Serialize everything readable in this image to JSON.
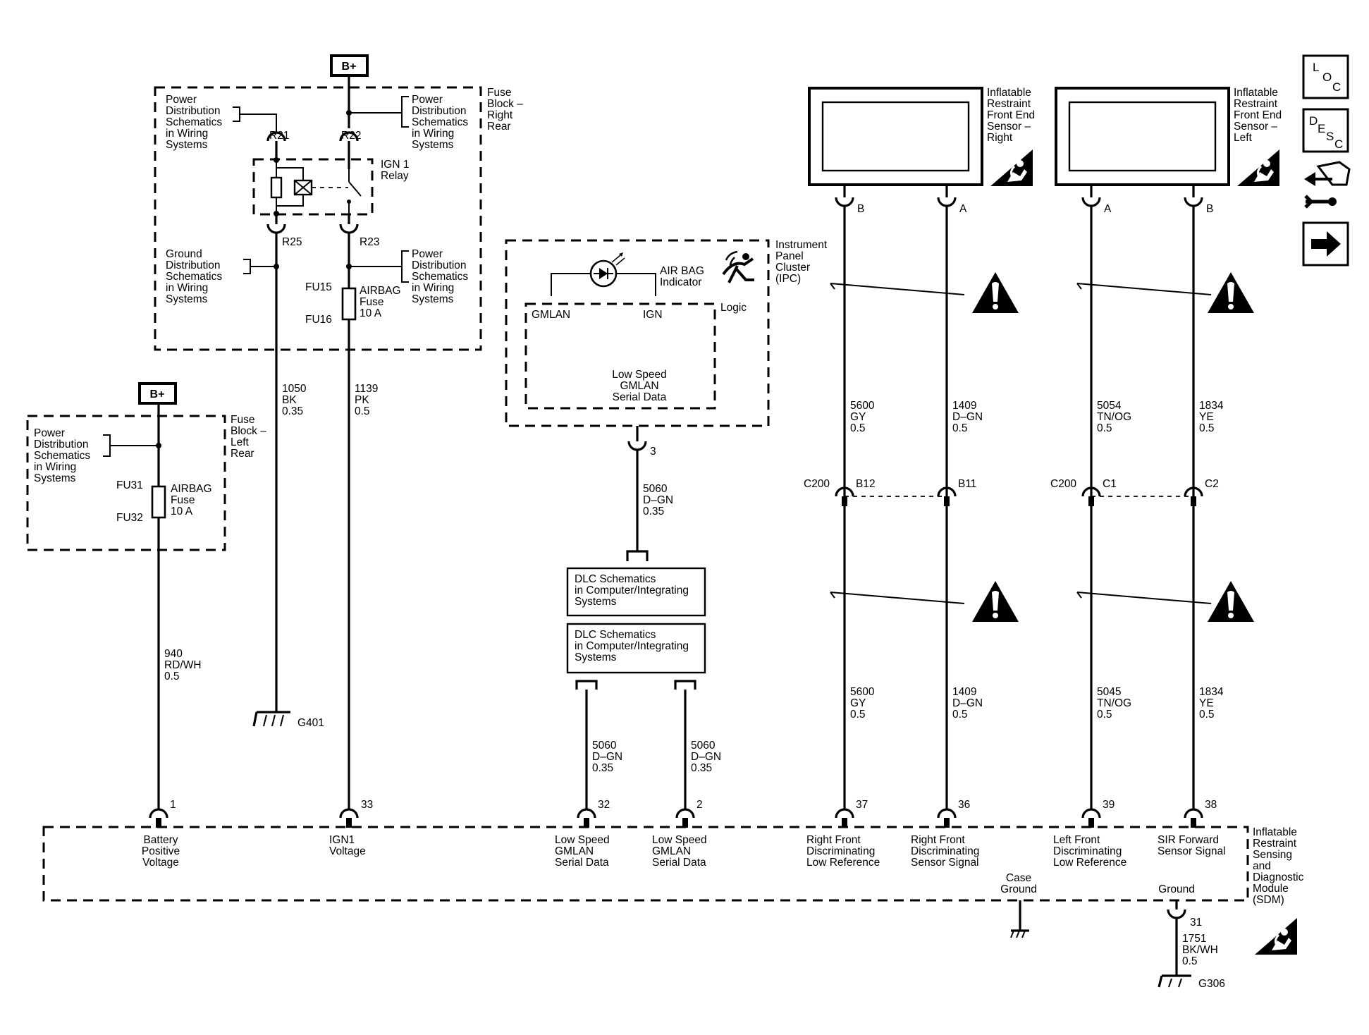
{
  "fuse_block_right": {
    "title": [
      "Fuse",
      "Block –",
      "Right",
      "Rear"
    ],
    "battery_label": "B+",
    "power_dist_1": [
      "Power",
      "Distribution",
      "Schematics",
      "in Wiring",
      "Systems"
    ],
    "power_dist_2": [
      "Power",
      "Distribution",
      "Schematics",
      "in Wiring",
      "Systems"
    ],
    "power_dist_3": [
      "Power",
      "Distribution",
      "Schematics",
      "in Wiring",
      "Systems"
    ],
    "ground_dist": [
      "Ground",
      "Distribution",
      "Schematics",
      "in Wiring",
      "Systems"
    ],
    "relay_label": [
      "IGN 1",
      "Relay"
    ],
    "terminals": {
      "r21": "R21",
      "r22": "R22",
      "r25": "R25",
      "r23": "R23"
    },
    "fuse_top": "FU15",
    "fuse_bottom": "FU16",
    "fuse_label": [
      "AIRBAG",
      "Fuse",
      "10 A"
    ]
  },
  "fuse_block_left": {
    "title": [
      "Fuse",
      "Block –",
      "Left",
      "Rear"
    ],
    "battery_label": "B+",
    "power_dist": [
      "Power",
      "Distribution",
      "Schematics",
      "in Wiring",
      "Systems"
    ],
    "fuse_top": "FU31",
    "fuse_bottom": "FU32",
    "fuse_label": [
      "AIRBAG",
      "Fuse",
      "10 A"
    ]
  },
  "ipc": {
    "title": [
      "Instrument",
      "Panel",
      "Cluster",
      "(IPC)"
    ],
    "indicator_label": [
      "AIR BAG",
      "Indicator"
    ],
    "logic_label": "Logic",
    "gmlan_label": "GMLAN",
    "ign_label": "IGN",
    "serial_data": [
      "Low Speed",
      "GMLAN",
      "Serial Data"
    ],
    "pin": "3"
  },
  "dlc": {
    "box1": [
      "DLC Schematics",
      "in Computer/Integrating",
      "Systems"
    ],
    "box2": [
      "DLC Schematics",
      "in Computer/Integrating",
      "Systems"
    ]
  },
  "sensors": {
    "right_title": [
      "Inflatable",
      "Restraint",
      "Front End",
      "Sensor –",
      "Right"
    ],
    "left_title": [
      "Inflatable",
      "Restraint",
      "Front End",
      "Sensor –",
      "Left"
    ],
    "right_pin_b": "B",
    "right_pin_a": "A",
    "left_pin_a": "A",
    "left_pin_b": "B"
  },
  "connector_c200": {
    "label_right": "C200",
    "label_left": "C200",
    "b12": "B12",
    "b11": "B11",
    "c1": "C1",
    "c2": "C2"
  },
  "wires": {
    "w940": [
      "940",
      "RD/WH",
      "0.5"
    ],
    "w1050": [
      "1050",
      "BK",
      "0.35"
    ],
    "w1139": [
      "1139",
      "PK",
      "0.5"
    ],
    "w5060_upper": [
      "5060",
      "D–GN",
      "0.35"
    ],
    "w5060_a": [
      "5060",
      "D–GN",
      "0.35"
    ],
    "w5060_b": [
      "5060",
      "D–GN",
      "0.35"
    ],
    "w5600_upper": [
      "5600",
      "GY",
      "0.5"
    ],
    "w1409_upper": [
      "1409",
      "D–GN",
      "0.5"
    ],
    "w5054_upper": [
      "5054",
      "TN/OG",
      "0.5"
    ],
    "w1834_upper": [
      "1834",
      "YE",
      "0.5"
    ],
    "w5600_lower": [
      "5600",
      "GY",
      "0.5"
    ],
    "w1409_lower": [
      "1409",
      "D–GN",
      "0.5"
    ],
    "w5045_lower": [
      "5045",
      "TN/OG",
      "0.5"
    ],
    "w1834_lower": [
      "1834",
      "YE",
      "0.5"
    ],
    "w1751": [
      "1751",
      "BK/WH",
      "0.5"
    ]
  },
  "grounds": {
    "g401": "G401",
    "g306": "G306"
  },
  "sdm": {
    "title": [
      "Inflatable",
      "Restraint",
      "Sensing",
      "and",
      "Diagnostic",
      "Module",
      "(SDM)"
    ],
    "pins": [
      {
        "num": "1",
        "label": [
          "Battery",
          "Positive",
          "Voltage"
        ]
      },
      {
        "num": "33",
        "label": [
          "IGN1",
          "Voltage"
        ]
      },
      {
        "num": "32",
        "label": [
          "Low Speed",
          "GMLAN",
          "Serial Data"
        ]
      },
      {
        "num": "2",
        "label": [
          "Low Speed",
          "GMLAN",
          "Serial Data"
        ]
      },
      {
        "num": "37",
        "label": [
          "Right Front",
          "Discriminating",
          "Low Reference"
        ]
      },
      {
        "num": "36",
        "label": [
          "Right Front",
          "Discriminating",
          "Sensor Signal"
        ]
      },
      {
        "num": "39",
        "label": [
          "Left Front",
          "Discriminating",
          "Low Reference"
        ]
      },
      {
        "num": "38",
        "label": [
          "SIR Forward",
          "Sensor Signal"
        ]
      }
    ],
    "case_ground": [
      "Case",
      "Ground"
    ],
    "ground_label": "Ground",
    "ground_pin": "31"
  },
  "side_icons": {
    "loc": [
      "L",
      "O",
      "C"
    ],
    "desc": [
      "D",
      "E",
      "S",
      "C"
    ]
  }
}
